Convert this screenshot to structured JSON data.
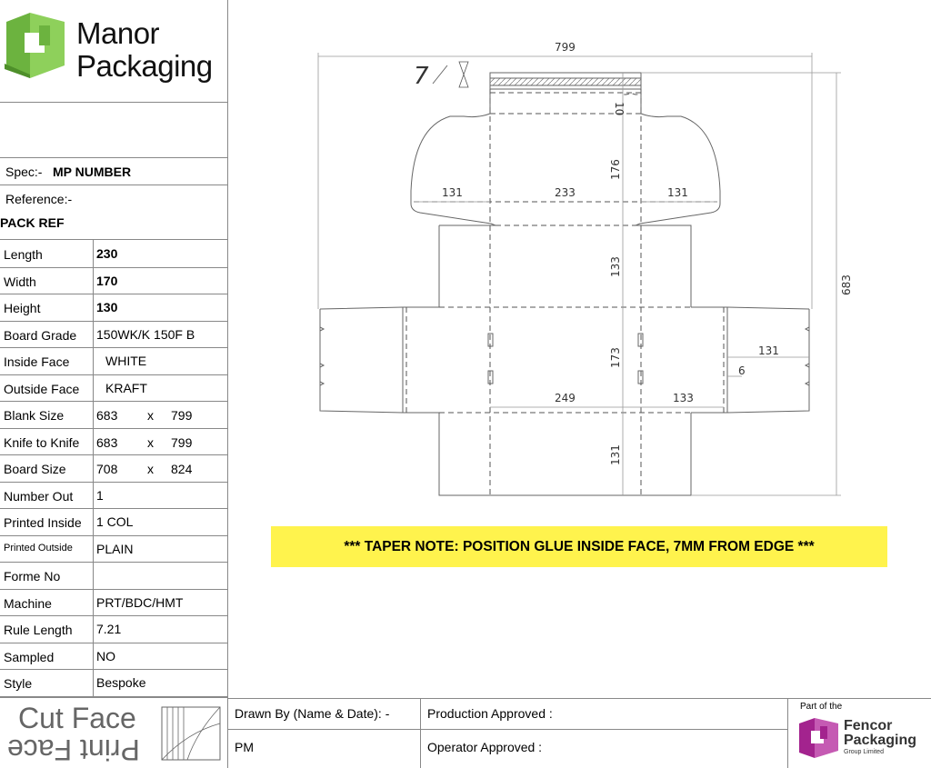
{
  "company": {
    "line1": "Manor",
    "line2": "Packaging",
    "logo_color": "#6cb33f"
  },
  "spec": {
    "label": "Spec:-",
    "value": "MP NUMBER"
  },
  "reference": {
    "label": "Reference:-",
    "value": "PACK REF"
  },
  "specs": [
    {
      "label": "Length",
      "value": "230",
      "bold": true
    },
    {
      "label": "Width",
      "value": "170",
      "bold": true
    },
    {
      "label": "Height",
      "value": "130",
      "bold": true
    },
    {
      "label": "Board Grade",
      "value": "150WK/K 150F B"
    },
    {
      "label": "Inside Face",
      "value": "WHITE"
    },
    {
      "label": "Outside Face",
      "value": "KRAFT"
    },
    {
      "label": "Blank Size",
      "v1": "683",
      "x": "x",
      "v2": "799"
    },
    {
      "label": "Knife to Knife",
      "v1": "683",
      "x": "x",
      "v2": "799"
    },
    {
      "label": "Board Size",
      "v1": "708",
      "x": "x",
      "v2": "824"
    },
    {
      "label": "Number Out",
      "value": "1"
    },
    {
      "label": "Printed Inside",
      "value": "1 COL"
    },
    {
      "label": "Printed Outside",
      "value": "PLAIN"
    },
    {
      "label": "Forme No",
      "value": ""
    },
    {
      "label": "Machine",
      "value": "PRT/BDC/HMT"
    },
    {
      "label": "Rule Length",
      "value": "7.21"
    },
    {
      "label": "Sampled",
      "value": "NO"
    },
    {
      "label": "Style",
      "value": "Bespoke"
    }
  ],
  "face": {
    "cut": "Cut Face",
    "print": "Print Face"
  },
  "footer": {
    "drawn_by_label": "Drawn By (Name & Date): -",
    "drawn_by_value": "PM",
    "production_label": "Production Approved :",
    "operator_label": "Operator Approved :",
    "part_of": "Part of the",
    "fencor_line1": "Fencor",
    "fencor_line2": "Packaging",
    "fencor_line3": "Group Limited",
    "fencor_color": "#a3238e"
  },
  "note": "*** TAPER NOTE: POSITION GLUE INSIDE FACE, 7MM FROM EDGE ***",
  "dimensions": {
    "overall_width": "799",
    "overall_height": "683",
    "glue_offset": "7",
    "tab": "10",
    "lid_height": "176",
    "lid_side_left": "131",
    "lid_center": "233",
    "lid_side_right": "131",
    "panel_133": "133",
    "body_height": "173",
    "body_width": "249",
    "end_width": "133",
    "flap_131": "131",
    "flap_right": "131",
    "edge_6": "6"
  }
}
